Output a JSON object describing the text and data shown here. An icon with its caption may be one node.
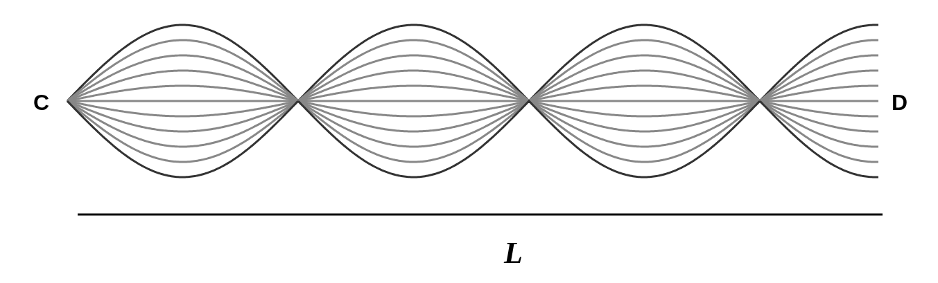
{
  "diagram": {
    "labels": [
      "C",
      "D",
      "L"
    ]
  }
}
